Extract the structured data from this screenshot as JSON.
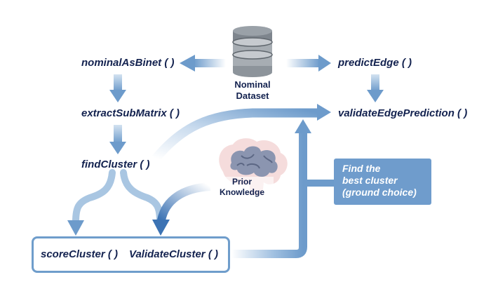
{
  "dataset": {
    "label_line1": "Nominal",
    "label_line2": "Dataset",
    "icon": "database-icon"
  },
  "functions": {
    "nominal_as_binet": "nominalAsBinet ( )",
    "extract_sub_matrix": "extractSubMatrix ( )",
    "find_cluster": "findCluster ( )",
    "predict_edge": "predictEdge ( )",
    "validate_edge_prediction": "validateEdgePrediction ( )",
    "score_cluster": "scoreCluster ( )",
    "validate_cluster": "ValidateCluster ( )"
  },
  "prior_knowledge": {
    "line1": "Prior",
    "line2": "Knowledge",
    "icon": "brain-icon"
  },
  "best_cluster_note": {
    "line1": "Find the",
    "line2": "best cluster",
    "line3": "(ground choice)"
  },
  "colors": {
    "arrow": "#6d9bcb",
    "arrow_light": "#a9c6e2",
    "arrow_dark": "#3c73b4",
    "text": "#13224f",
    "note_bg": "#6f9ccc"
  }
}
